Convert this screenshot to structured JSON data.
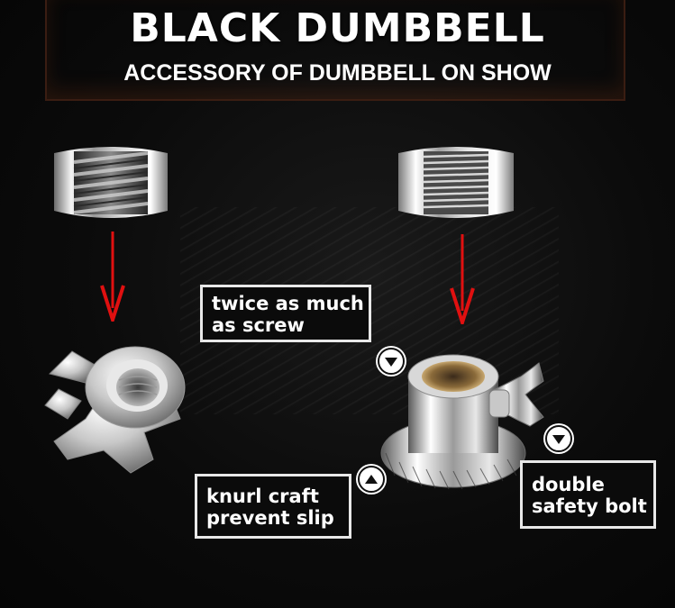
{
  "header": {
    "title": "BLACK DUMBBELL",
    "subtitle": "ACCESSORY OF DUMBBELL ON SHOW"
  },
  "labels": {
    "thread": [
      "twice as much",
      "as screw"
    ],
    "knurl": [
      "knurl craft",
      "prevent slip"
    ],
    "bolt": [
      "double",
      "safety bolt"
    ]
  },
  "colors": {
    "background": "#0b0b0b",
    "arrow": "#e01010",
    "label_border": "#e8e8e8",
    "text": "#ffffff"
  },
  "icons": {
    "thread_bullet": "triangle-down-icon",
    "knurl_bullet": "triangle-up-icon",
    "bolt_bullet": "triangle-down-icon"
  }
}
